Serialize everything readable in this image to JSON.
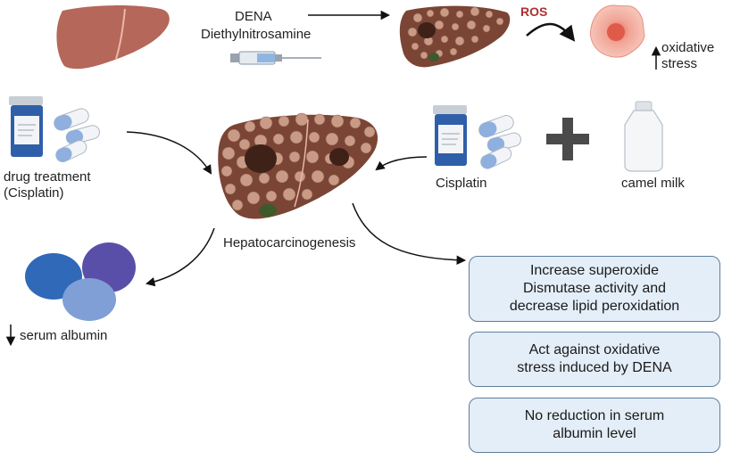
{
  "labels": {
    "dena": "DENA",
    "diethylnitrosamine": "Diethylnitrosamine",
    "ros": "ROS",
    "oxidative": "oxidative",
    "stress": "stress",
    "drug_treatment_line1": "drug treatment",
    "drug_treatment_line2": "(Cisplatin)",
    "cisplatin": "Cisplatin",
    "camel_milk": "camel milk",
    "hepatocarcinogenesis": "Hepatocarcinogenesis",
    "serum_albumin": "serum albumin"
  },
  "outcomes": [
    "Increase superoxide\nDismutase activity and\ndecrease lipid peroxidation",
    "Act against oxidative\nstress induced by DENA",
    "No reduction in serum\nalbumin level"
  ],
  "colors": {
    "healthy_liver": "#b5675a",
    "diseased_liver": "#7a4535",
    "nodule": "#c99a86",
    "ros_text": "#b03030",
    "box_fill": "#e4eef8",
    "box_border": "#5f7d99",
    "bottle": "#2f5fa8",
    "capsule": "#8fb0de",
    "albumin_blue": "#2f69b8",
    "albumin_purple": "#5a4fa8"
  }
}
